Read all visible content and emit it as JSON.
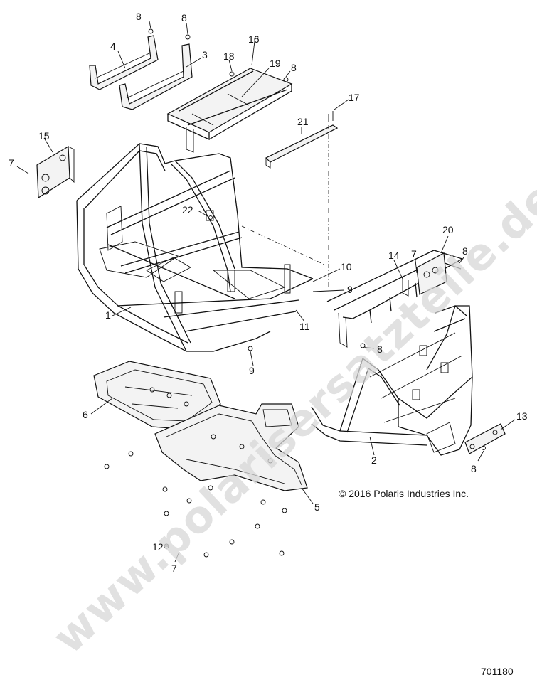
{
  "watermark": "www.polarisersatzteile.de",
  "copyright": "© 2016 Polaris Industries Inc.",
  "document_number": "701180",
  "callouts": [
    {
      "id": "c-8a",
      "label": "8"
    },
    {
      "id": "c-8b",
      "label": "8"
    },
    {
      "id": "c-4",
      "label": "4"
    },
    {
      "id": "c-3",
      "label": "3"
    },
    {
      "id": "c-16",
      "label": "16"
    },
    {
      "id": "c-18",
      "label": "18"
    },
    {
      "id": "c-19",
      "label": "19"
    },
    {
      "id": "c-8c",
      "label": "8"
    },
    {
      "id": "c-17",
      "label": "17"
    },
    {
      "id": "c-21",
      "label": "21"
    },
    {
      "id": "c-15",
      "label": "15"
    },
    {
      "id": "c-7a",
      "label": "7"
    },
    {
      "id": "c-22",
      "label": "22"
    },
    {
      "id": "c-20",
      "label": "20"
    },
    {
      "id": "c-14",
      "label": "14"
    },
    {
      "id": "c-7b",
      "label": "7"
    },
    {
      "id": "c-8d",
      "label": "8"
    },
    {
      "id": "c-10",
      "label": "10"
    },
    {
      "id": "c-9a",
      "label": "9"
    },
    {
      "id": "c-1",
      "label": "1"
    },
    {
      "id": "c-11",
      "label": "11"
    },
    {
      "id": "c-8e",
      "label": "8"
    },
    {
      "id": "c-9b",
      "label": "9"
    },
    {
      "id": "c-6",
      "label": "6"
    },
    {
      "id": "c-13",
      "label": "13"
    },
    {
      "id": "c-2",
      "label": "2"
    },
    {
      "id": "c-8f",
      "label": "8"
    },
    {
      "id": "c-5",
      "label": "5"
    },
    {
      "id": "c-12",
      "label": "12"
    },
    {
      "id": "c-7c",
      "label": "7"
    }
  ]
}
